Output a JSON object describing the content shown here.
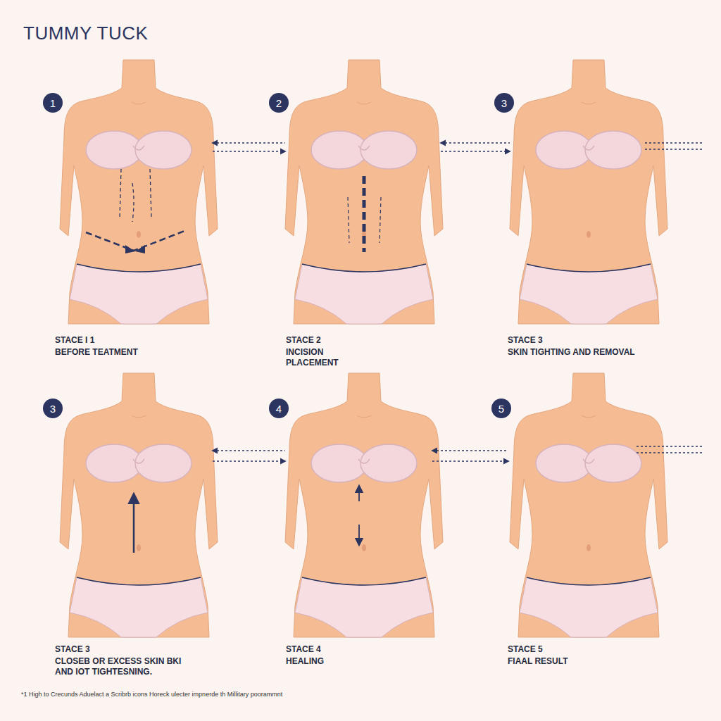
{
  "diagram": {
    "title": "TUMMY TUCK",
    "caption": "*1 High to Crecunds Aduelact a Scribrb icons Horeck ulecter impnerde th Millitary poorammnt",
    "nodes": [
      {
        "text": [
          "1"
        ]
      },
      {
        "text": [
          "2"
        ]
      },
      {
        "text": [
          "3"
        ]
      },
      {
        "text": [
          "3"
        ]
      },
      {
        "text": [
          "4"
        ]
      },
      {
        "text": [
          "5"
        ]
      }
    ],
    "labels": [
      "STACE I 1",
      "BEFORE TEATMENT",
      "STACE 2",
      "INCISION PLACEMENT",
      "STACE 3",
      "SKIN TIGHTING AND REMOVAL",
      "STACE 3",
      "CLOSEB OR EXCESS SKIN BKI AND IOT TIGHTESNING.",
      "STACE 4",
      "HEALING",
      "STACE 5",
      "FIAAL RESULT"
    ]
  }
}
